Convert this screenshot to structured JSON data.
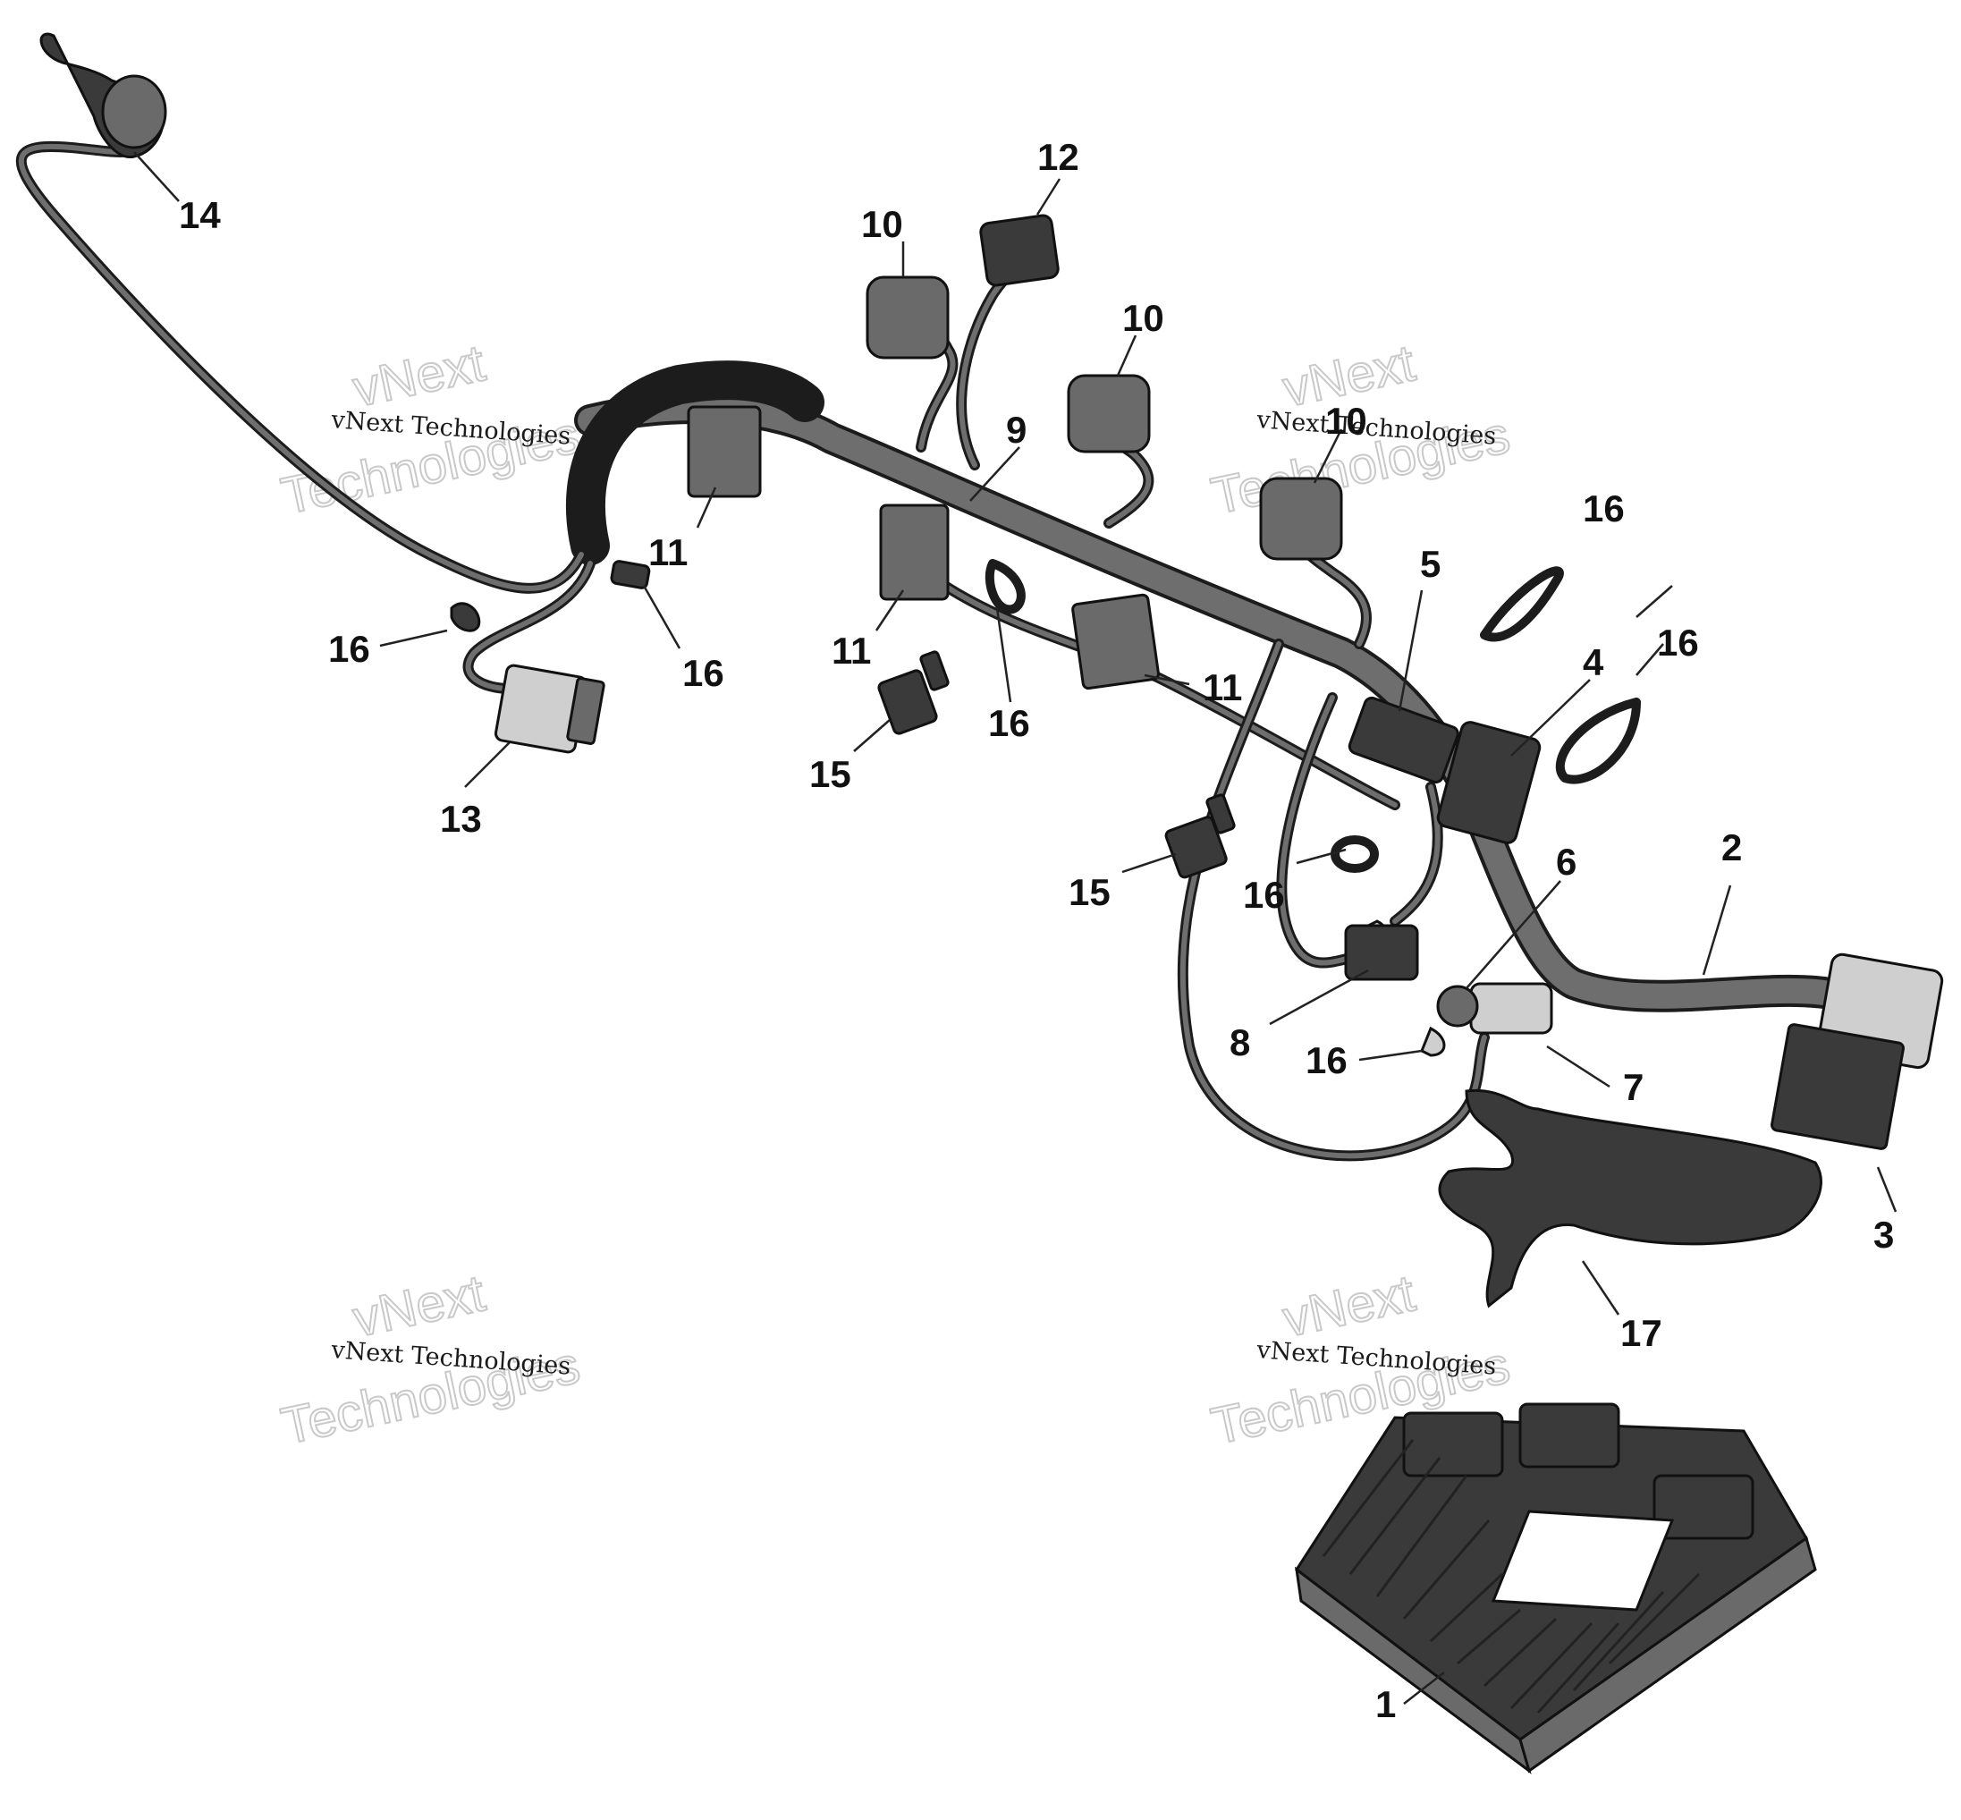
{
  "watermark": {
    "line": "vNext Technologies",
    "big_top": "vNext",
    "big_bottom": "Technologies"
  },
  "callouts": {
    "c1": "1",
    "c2": "2",
    "c3": "3",
    "c4": "4",
    "c5": "5",
    "c6": "6",
    "c7": "7",
    "c8": "8",
    "c9": "9",
    "c10a": "10",
    "c10b": "10",
    "c10c": "10",
    "c11a": "11",
    "c11b": "11",
    "c11c": "11",
    "c12": "12",
    "c13": "13",
    "c14": "14",
    "c15a": "15",
    "c15b": "15",
    "c16a": "16",
    "c16b": "16",
    "c16c": "16",
    "c16d": "16",
    "c16e": "16",
    "c16f": "16",
    "c16g": "16",
    "c17": "17"
  }
}
